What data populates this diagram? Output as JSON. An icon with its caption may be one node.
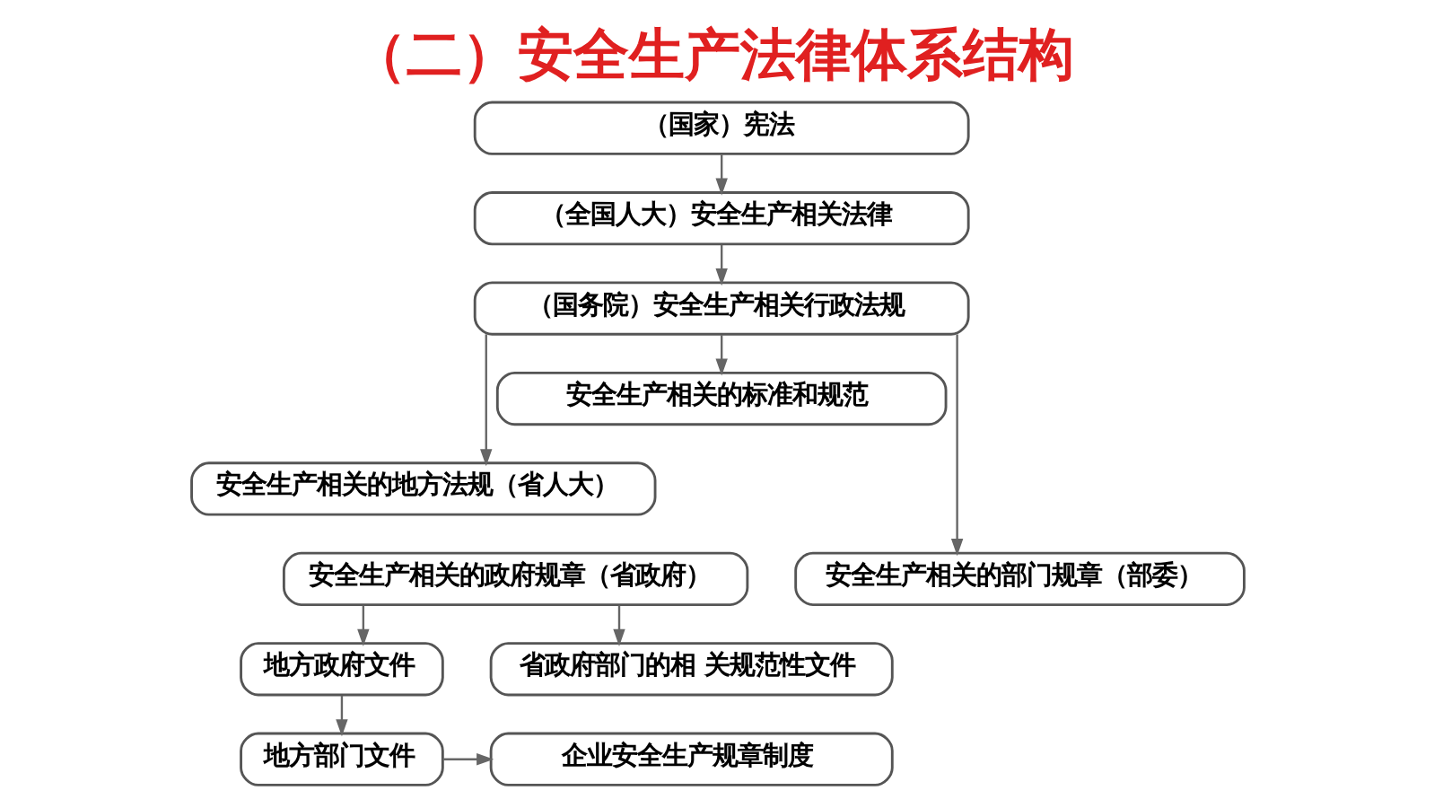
{
  "diagram": {
    "title": "（二）安全生产法律体系结构",
    "nodes": [
      {
        "text": [
          "（国家）宪法"
        ]
      },
      {
        "text": [
          "（全国人大）安全生产相关法律"
        ]
      },
      {
        "text": [
          "（国务院）安全生产相关行政法规"
        ]
      },
      {
        "text": [
          "安全生产相关的标准和规范"
        ]
      },
      {
        "text": [
          "安全生产相关的地方法规（省人大）"
        ]
      },
      {
        "text": [
          "安全生产相关的部门规章（部委）"
        ]
      },
      {
        "text": [
          "安全生产相关的政府规章（省政府）"
        ]
      },
      {
        "text": [
          "地方政府文件"
        ]
      },
      {
        "text": [
          "省政府部门的相 关规范性文件"
        ]
      },
      {
        "text": [
          "地方部门文件"
        ]
      },
      {
        "text": [
          "企业安全生产规章制度"
        ]
      }
    ],
    "edges": [
      {
        "from": 0,
        "to": 1,
        "arrow": "to"
      },
      {
        "from": 1,
        "to": 2,
        "arrow": "to"
      },
      {
        "from": 2,
        "to": 4,
        "arrow": "to"
      },
      {
        "from": 2,
        "to": 3,
        "arrow": "to"
      },
      {
        "from": 2,
        "to": 5,
        "arrow": "to"
      },
      {
        "from": 6,
        "to": 7,
        "arrow": "to"
      },
      {
        "from": 6,
        "to": 8,
        "arrow": "to"
      },
      {
        "from": 7,
        "to": 9,
        "arrow": "to"
      },
      {
        "from": 9,
        "to": 10,
        "arrow": "to"
      }
    ]
  }
}
